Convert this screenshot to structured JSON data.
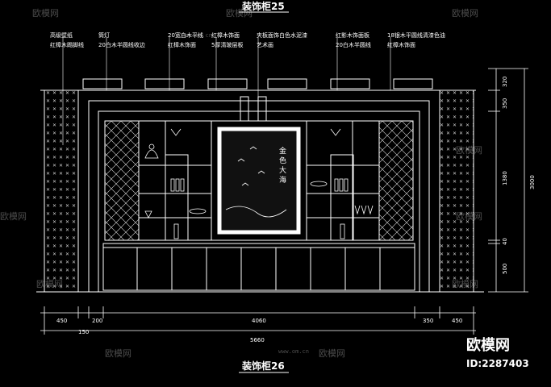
{
  "title_top": "装饰柜25",
  "title_bottom": "装饰柜26",
  "annotations": [
    {
      "line1": "高级壁纸",
      "line2": "红樟木踢脚线"
    },
    {
      "line1": "筒灯",
      "line2": "20白木半圆线收边"
    },
    {
      "line1": "20宽白木平线",
      "line2": "红樟木饰面"
    },
    {
      "line1": "红樟木饰面",
      "line2": "5厚清玻层板"
    },
    {
      "line1": "夹板面饰白色水泥漆",
      "line2": "艺术画"
    },
    {
      "line1": "红影木饰面板",
      "line2": "20白木半圆线"
    },
    {
      "line1": "18银木平圆线清漆色油",
      "line2": "红樟木饰面"
    }
  ],
  "dims_bottom": [
    "450",
    "150",
    "200",
    "4060",
    "350",
    "450"
  ],
  "dim_total": "5660",
  "dims_right": [
    "320",
    "350",
    "1380",
    "40",
    "500"
  ],
  "dim_right_total": "3000",
  "artwork_text": "金色大海",
  "watermark_text": "欧模网",
  "watermark_url": "www.om.cn",
  "brand_name": "欧模网",
  "brand_id": "ID:2287403"
}
